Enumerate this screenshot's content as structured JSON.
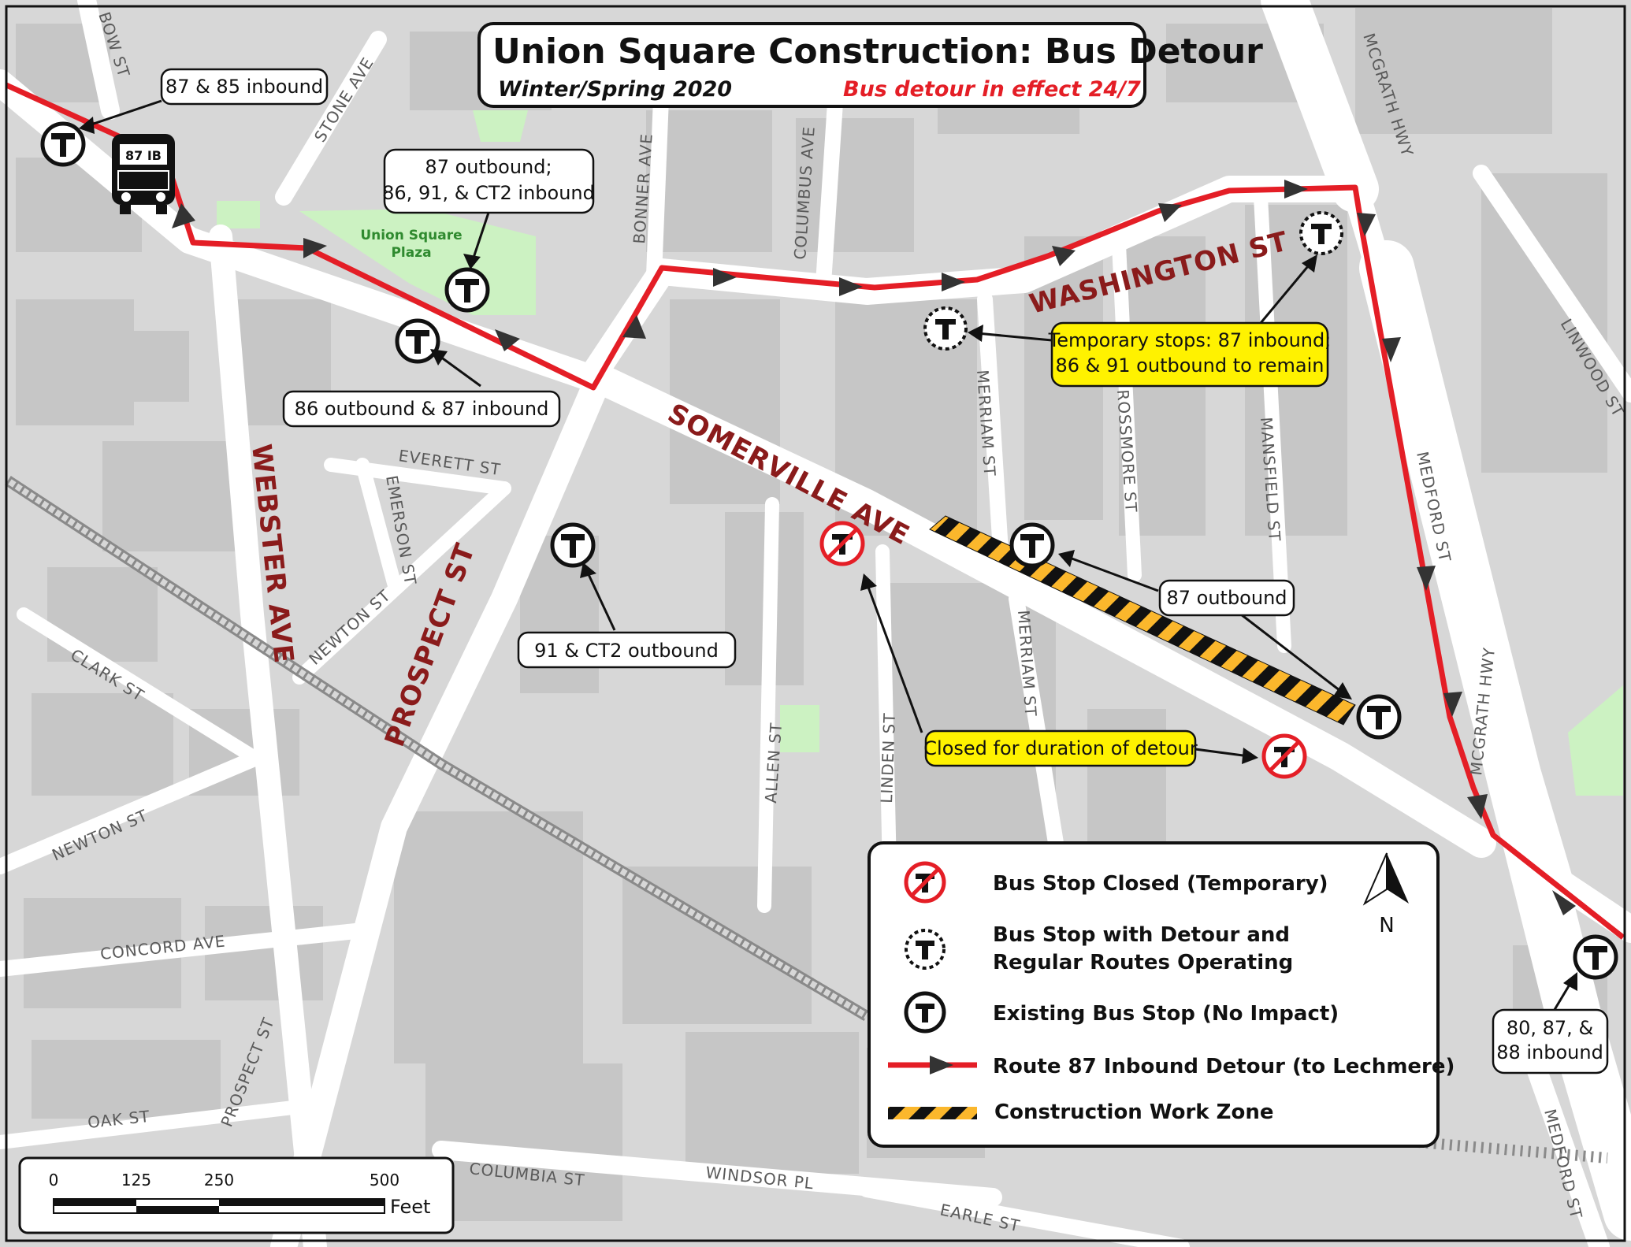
{
  "title": {
    "main": "Union Square Construction: Bus Detour",
    "season": "Winter/Spring 2020",
    "status": "Bus detour in effect 24/7",
    "status_color": "#e41e26"
  },
  "colors": {
    "detour_red": "#e41e26",
    "highlight_yellow": "#fff200",
    "street_label": "#8a1b1b",
    "park_green": "#ccf2c2",
    "construction_yellow": "#fbb72c"
  },
  "major_streets": {
    "washington": "WASHINGTON ST",
    "somerville": "SOMERVILLE AVE",
    "webster": "WEBSTER AVE",
    "prospect": "PROSPECT ST"
  },
  "minor_streets": {
    "bow": "BOW ST",
    "stone": "STONE AVE",
    "bonner": "BONNER AVE",
    "columbus": "COLUMBUS AVE",
    "mcgrath_top": "MCGRATH HWY",
    "mcgrath_right": "MCGRATH HWY",
    "linwood": "LINWOOD ST",
    "merriam_upper": "MERRIAM ST",
    "merriam_lower": "MERRIAM ST",
    "rossmore": "ROSSMORE ST",
    "mansfield": "MANSFIELD ST",
    "medford_upper": "MEDFORD ST",
    "medford_lower": "MEDFORD ST",
    "everett": "EVERETT ST",
    "emerson": "EMERSON ST",
    "newton_upper": "NEWTON ST",
    "newton_lower": "NEWTON ST",
    "clark": "CLARK ST",
    "allen": "ALLEN ST",
    "linden": "LINDEN ST",
    "concord": "CONCORD AVE",
    "prospect_lower": "PROSPECT ST",
    "oak": "OAK ST",
    "columbia": "COLUMBIA ST",
    "windsor": "WINDSOR PL",
    "earle": "EARLE ST"
  },
  "plaza": {
    "line1": "Union Square",
    "line2": "Plaza"
  },
  "bus_marker": {
    "label": "87 IB"
  },
  "stop_symbol": "T",
  "callouts": {
    "c87_85": "87 & 85 inbound",
    "c87_out_line1": "87 outbound;",
    "c87_out_line2": "86, 91, & CT2 inbound",
    "c86_87": "86 outbound & 87 inbound",
    "c91_ct2": "91 & CT2 outbound",
    "c_temp_line1": "Temporary stops: 87 inbound;",
    "c_temp_line2": "86 & 91 outbound to remain",
    "c87_outbound": "87 outbound",
    "c_closed": "Closed for duration of detour",
    "c80_line1": "80, 87, &",
    "c80_line2": "88 inbound"
  },
  "legend": {
    "closed": "Bus Stop Closed (Temporary)",
    "detour_line1": "Bus Stop with Detour and",
    "detour_line2": "Regular Routes Operating",
    "existing": "Existing Bus Stop (No Impact)",
    "route": "Route 87 Inbound Detour (to Lechmere)",
    "work_zone": "Construction Work Zone",
    "north": "N"
  },
  "scale_bar": {
    "ticks": [
      "0",
      "125",
      "250",
      "500"
    ],
    "unit": "Feet"
  }
}
